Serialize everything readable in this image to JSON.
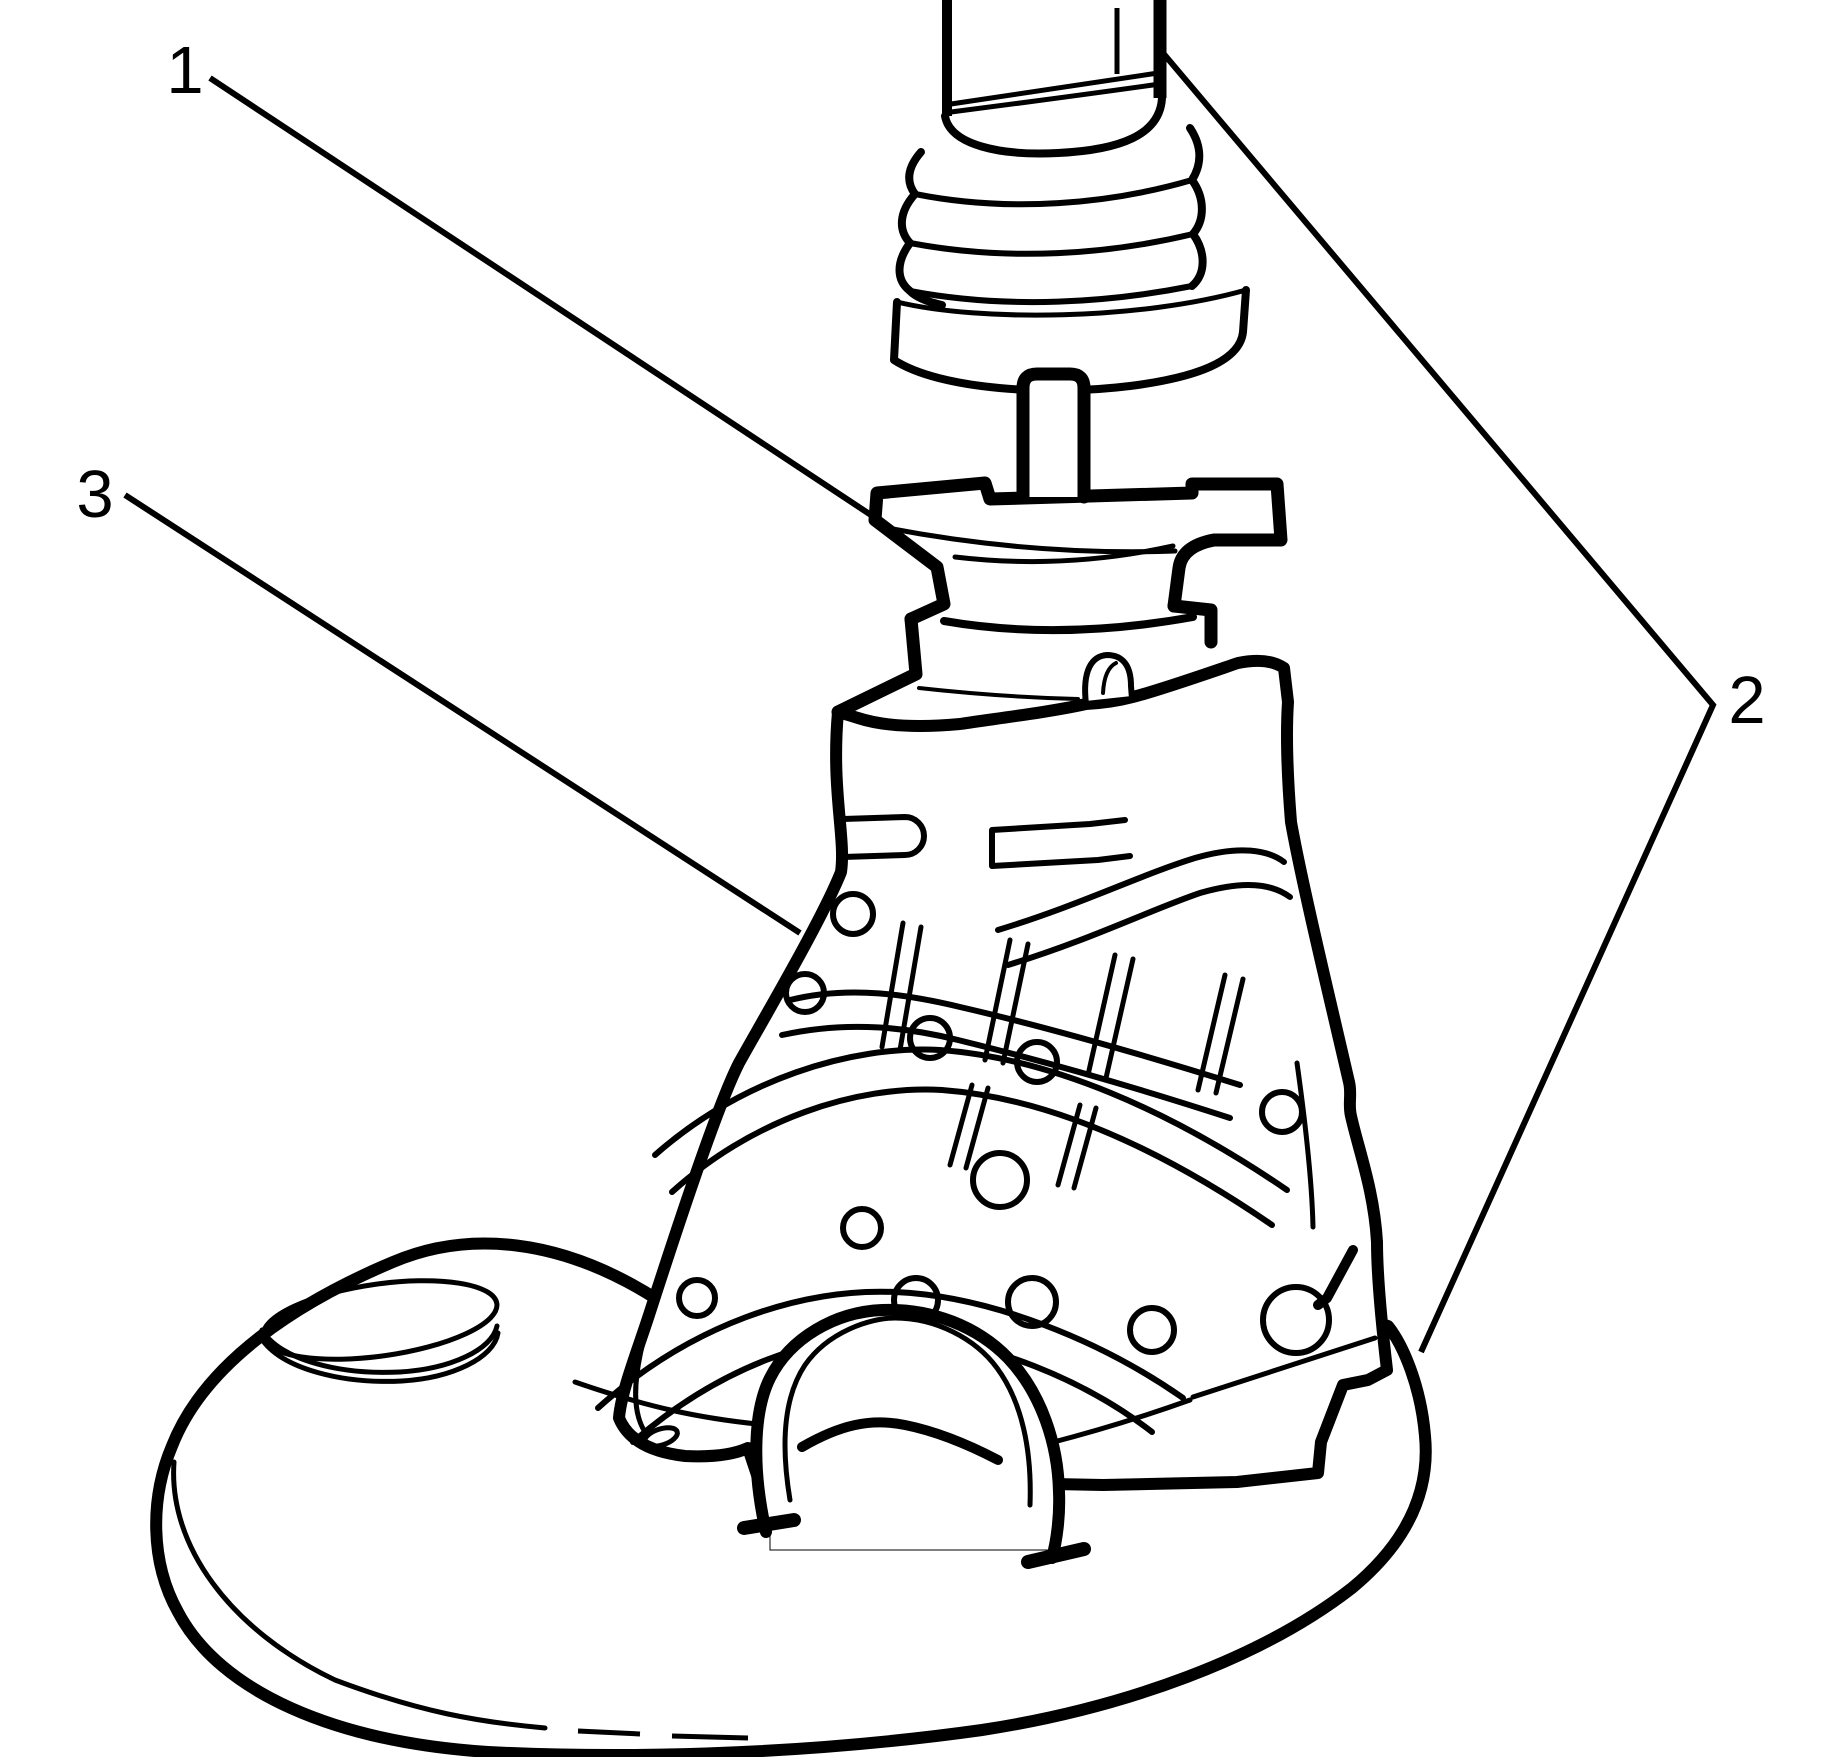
{
  "figure": {
    "kind": "technical-line-illustration",
    "background_color": "#ffffff",
    "line_color": "#000000",
    "callouts": [
      {
        "label": "1"
      },
      {
        "label": "2"
      },
      {
        "label": "3"
      }
    ]
  }
}
